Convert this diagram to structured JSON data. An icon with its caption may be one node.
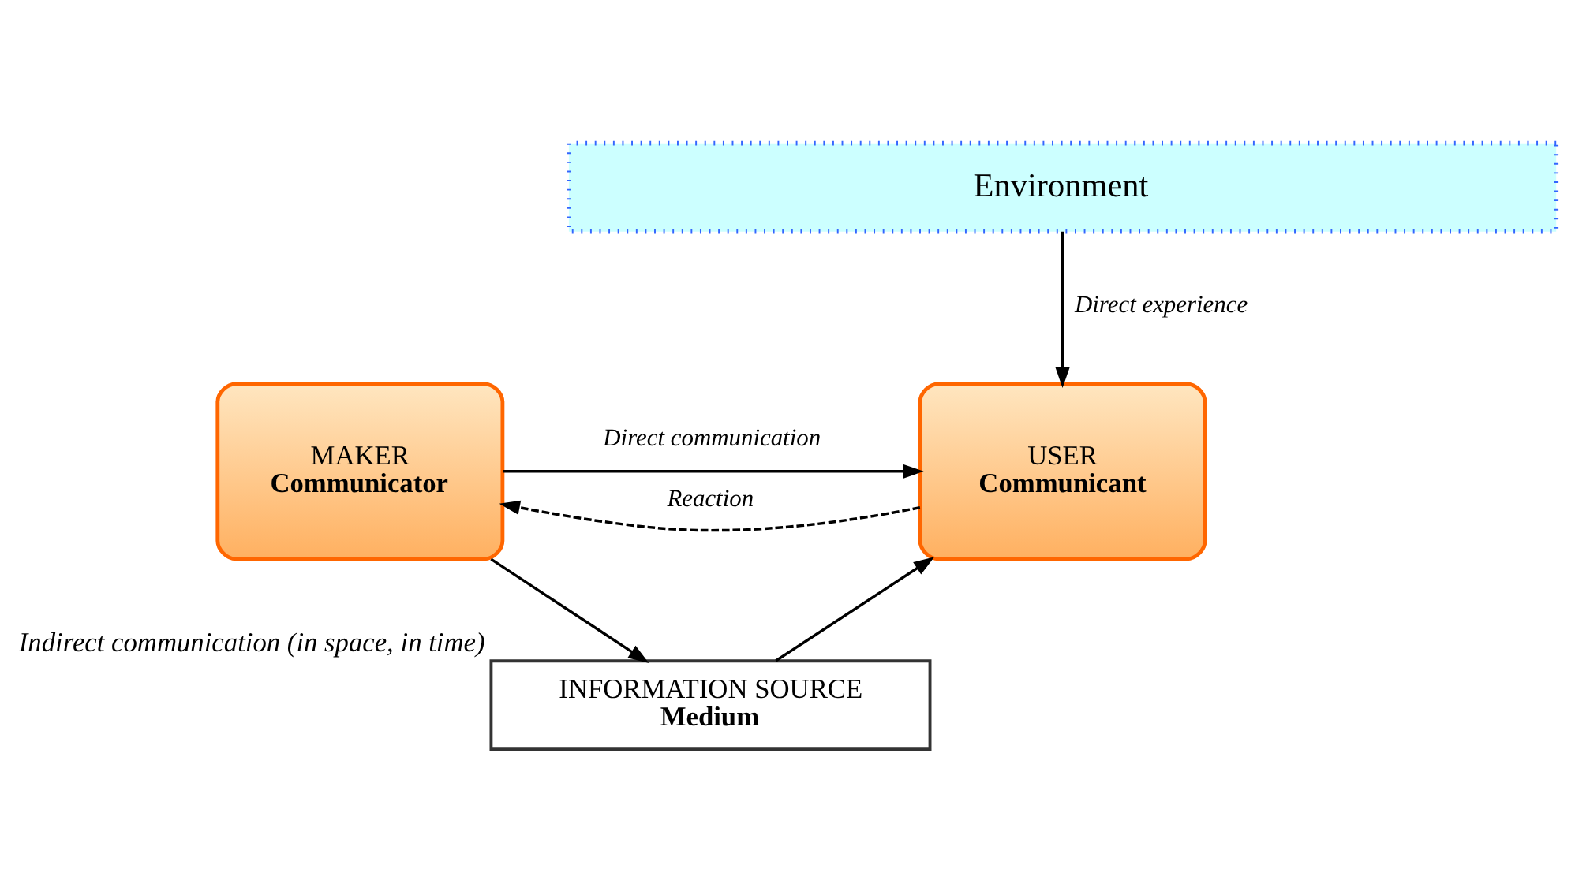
{
  "diagram": {
    "nodes": [
      {
        "text": [
          "Environment"
        ]
      },
      {
        "text": [
          "MAKER",
          "Communicator"
        ]
      },
      {
        "text": [
          "USER",
          "Communicant"
        ]
      },
      {
        "text": [
          "INFORMATION SOURCE",
          "Medium"
        ],
        "beside": [
          "Indirect communication (in space, in time)"
        ]
      }
    ],
    "edges": [
      {
        "from": 0,
        "to": 2,
        "arrow": "to",
        "label": "Direct experience"
      },
      {
        "from": 1,
        "to": 2,
        "arrow": "to",
        "label": "Direct communication"
      },
      {
        "from": 2,
        "to": 1,
        "arrow": "to",
        "label": "Reaction",
        "style": "dashed"
      },
      {
        "from": 1,
        "to": 3,
        "arrow": "to"
      },
      {
        "from": 3,
        "to": 2,
        "arrow": "to"
      }
    ]
  }
}
